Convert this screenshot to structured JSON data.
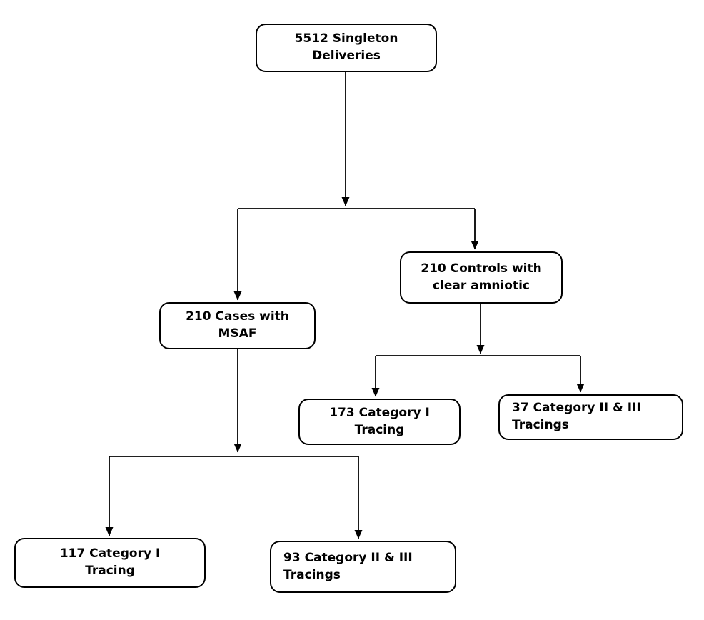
{
  "diagram": {
    "type": "flowchart",
    "background_color": "#ffffff",
    "line_color": "#000000",
    "box_border_color": "#000000",
    "box_fill_color": "#ffffff",
    "text_color": "#000000",
    "nodes": [
      {
        "id": "singleton-deliveries",
        "label": "5512 Singleton\nDeliveries",
        "count": 5512
      },
      {
        "id": "cases-msaf",
        "label": "210 Cases with\nMSAF",
        "count": 210
      },
      {
        "id": "controls-clear-amniotic",
        "label": "210 Controls with\nclear amniotic",
        "count": 210
      },
      {
        "id": "controls-category-1",
        "label": "173 Category I\nTracing",
        "count": 173
      },
      {
        "id": "controls-category-2-3",
        "label": "37 Category II & III\nTracings",
        "count": 37
      },
      {
        "id": "cases-category-1",
        "label": "117 Category I\nTracing",
        "count": 117
      },
      {
        "id": "cases-category-2-3",
        "label": "93 Category II & III\nTracings",
        "count": 93
      }
    ],
    "edges": [
      {
        "from": "singleton-deliveries",
        "to": "cases-msaf"
      },
      {
        "from": "singleton-deliveries",
        "to": "controls-clear-amniotic"
      },
      {
        "from": "controls-clear-amniotic",
        "to": "controls-category-1"
      },
      {
        "from": "controls-clear-amniotic",
        "to": "controls-category-2-3"
      },
      {
        "from": "cases-msaf",
        "to": "cases-category-1"
      },
      {
        "from": "cases-msaf",
        "to": "cases-category-2-3"
      }
    ]
  }
}
